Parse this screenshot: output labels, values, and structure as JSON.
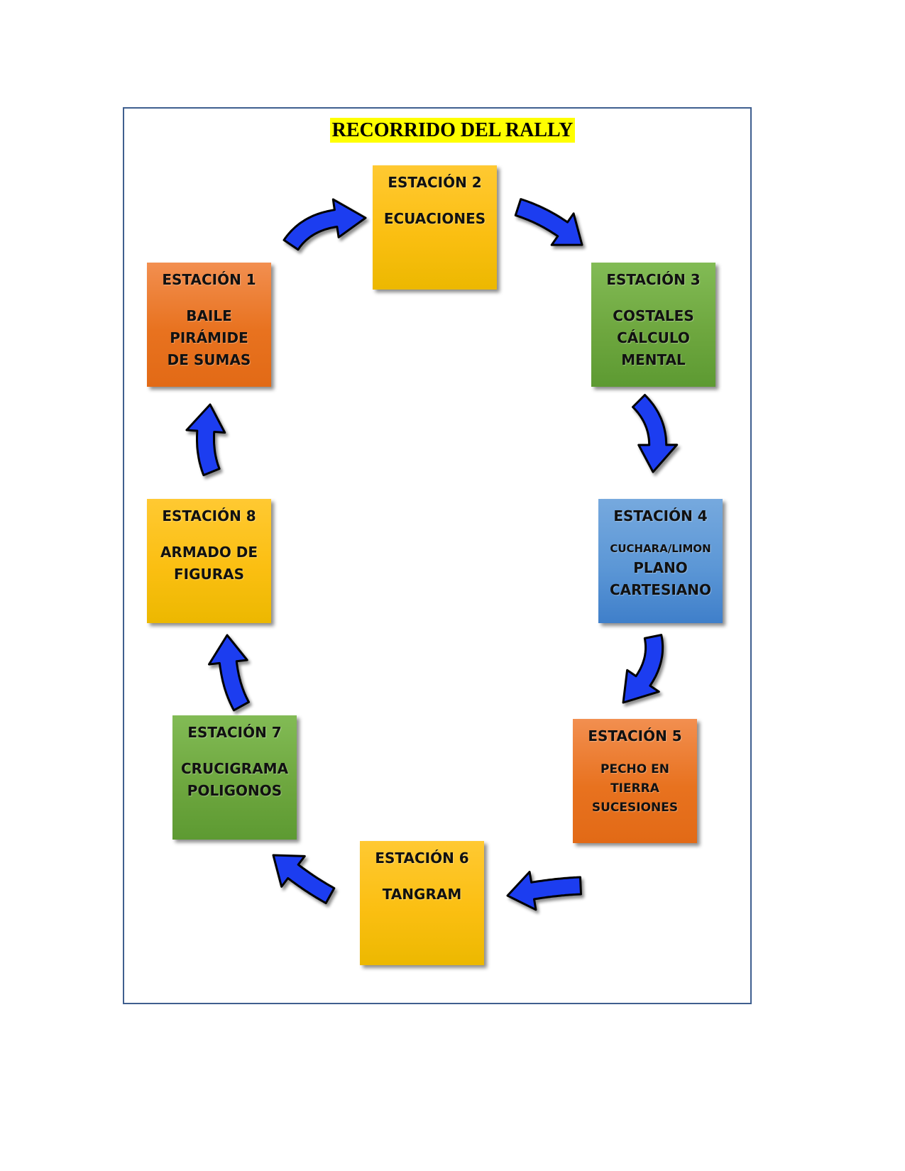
{
  "title": "RECORRIDO DEL RALLY",
  "colors": {
    "orange": "#ED7D31",
    "yellow": "#FFC000",
    "green": "#70AD47",
    "blue": "#5B9BD5",
    "arrow": "#1f3cf0",
    "title_highlight": "#FFFF00"
  },
  "stations": [
    {
      "heading": "ESTACIÓN 1",
      "lines": [
        "BAILE",
        "PIRÁMIDE",
        "DE SUMAS"
      ],
      "color": "orange"
    },
    {
      "heading": "ESTACIÓN 2",
      "lines": [
        "ECUACIONES"
      ],
      "color": "yellow"
    },
    {
      "heading": "ESTACIÓN 3",
      "lines": [
        "COSTALES",
        "CÁLCULO",
        "MENTAL"
      ],
      "color": "green"
    },
    {
      "heading": "ESTACIÓN 4",
      "lines": [
        "CUCHARA/LIMON",
        "PLANO",
        "CARTESIANO"
      ],
      "color": "blue"
    },
    {
      "heading": "ESTACIÓN 5",
      "lines": [
        "PECHO EN",
        "TIERRA",
        "SUCESIONES"
      ],
      "color": "orange"
    },
    {
      "heading": "ESTACIÓN 6",
      "lines": [
        "TANGRAM"
      ],
      "color": "yellow"
    },
    {
      "heading": "ESTACIÓN 7",
      "lines": [
        "CRUCIGRAMA",
        "POLIGONOS"
      ],
      "color": "green"
    },
    {
      "heading": "ESTACIÓN 8",
      "lines": [
        "ARMADO DE",
        "FIGURAS"
      ],
      "color": "yellow"
    }
  ],
  "arrows": [
    {
      "from": "ESTACIÓN 1",
      "to": "ESTACIÓN 2"
    },
    {
      "from": "ESTACIÓN 2",
      "to": "ESTACIÓN 3"
    },
    {
      "from": "ESTACIÓN 3",
      "to": "ESTACIÓN 4"
    },
    {
      "from": "ESTACIÓN 4",
      "to": "ESTACIÓN 5"
    },
    {
      "from": "ESTACIÓN 5",
      "to": "ESTACIÓN 6"
    },
    {
      "from": "ESTACIÓN 6",
      "to": "ESTACIÓN 7"
    },
    {
      "from": "ESTACIÓN 7",
      "to": "ESTACIÓN 8"
    },
    {
      "from": "ESTACIÓN 8",
      "to": "ESTACIÓN 1"
    }
  ]
}
